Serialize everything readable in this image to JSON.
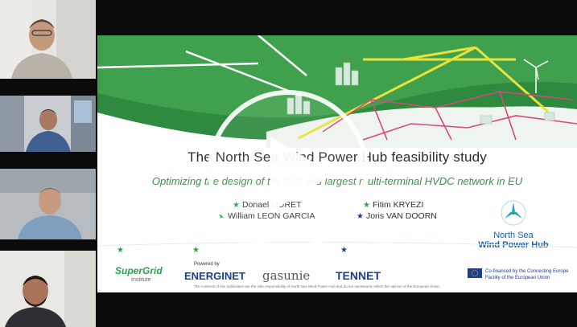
{
  "slide": {
    "title": "The North Sea Wind Power Hub feasibility study",
    "subtitle": "Optimizing the design of the first and largest multi-terminal HVDC network in EU",
    "authors": [
      {
        "name": "Donael MURET",
        "star": "green"
      },
      {
        "name": "William LEON GARCIA",
        "star": "green"
      },
      {
        "name": "Fitim KRYEZI",
        "star": "green"
      },
      {
        "name": "Joris VAN DOORN",
        "star": "blue"
      }
    ],
    "hub_logo": {
      "line1": "North Sea",
      "line2": "Wind Power Hub"
    },
    "footer": {
      "supergrid": "SuperGrid",
      "supergrid_sub": "Institute",
      "powered_by": "Powered by",
      "energinet": "ENERGINET",
      "gasunie": "gasunie",
      "tennet": "TENNET",
      "cef": "Co-financed by the Connecting Europe Facility of the European Union",
      "disclaimer": "The contents of this publication are the sole responsibility of North Sea Wind Power Hub and do not necessarily reflect the opinion of the European Union."
    }
  },
  "video": {
    "play_icon": "play-icon"
  },
  "participants": [
    {
      "id": "participant-1"
    },
    {
      "id": "participant-2"
    },
    {
      "id": "participant-3"
    },
    {
      "id": "participant-4"
    }
  ],
  "colors": {
    "accent_green": "#2aa44a",
    "accent_blue": "#1d3d8f",
    "map_yellow": "#e8e23a",
    "map_pink": "#d64a7a"
  }
}
